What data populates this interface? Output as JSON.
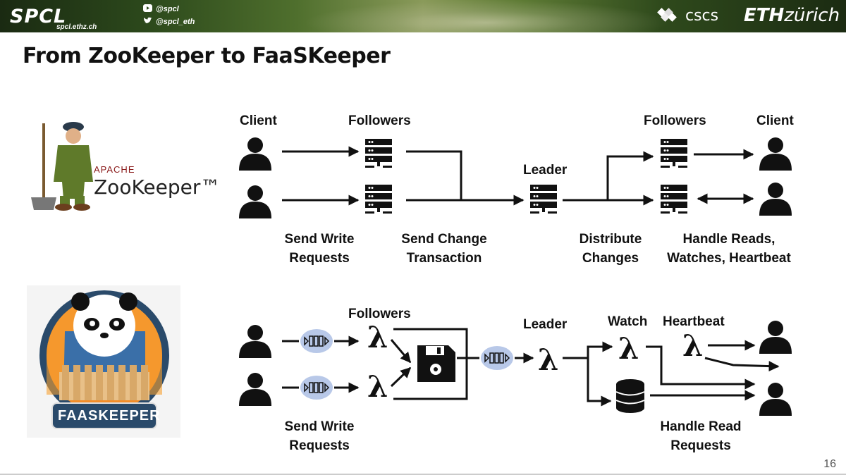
{
  "header": {
    "spcl_logo": "SPCL",
    "spcl_url": "spcl.ethz.ch",
    "social_youtube": "@spcl",
    "social_twitter": "@spcl_eth",
    "cscs_label": "cscs",
    "eth_label_bold": "ETH",
    "eth_label_rest": "zürich"
  },
  "slide": {
    "title": "From ZooKeeper to FaaSKeeper",
    "page_number": "16"
  },
  "zookeeper": {
    "logo_apache": "APACHE",
    "logo_name": "ZooKeeper™",
    "labels": {
      "client_left": "Client",
      "followers_left": "Followers",
      "leader": "Leader",
      "followers_right": "Followers",
      "client_right": "Client"
    },
    "captions": {
      "send_write_1": "Send Write",
      "send_write_2": "Requests",
      "send_change_1": "Send Change",
      "send_change_2": "Transaction",
      "distribute_1": "Distribute",
      "distribute_2": "Changes",
      "handle_reads_1": "Handle Reads,",
      "handle_reads_2": "Watches, Heartbeat"
    }
  },
  "faaskeeper": {
    "logo_name": "FAASKEEPER",
    "lambda_glyph": "λ",
    "labels": {
      "followers": "Followers",
      "leader": "Leader",
      "watch": "Watch",
      "heartbeat": "Heartbeat"
    },
    "captions": {
      "send_write_1": "Send Write",
      "send_write_2": "Requests",
      "handle_read_1": "Handle Read",
      "handle_read_2": "Requests"
    }
  },
  "colors": {
    "queue_fill": "#b8c8e8",
    "ink": "#111111",
    "zk_red": "#8a1a1a"
  }
}
